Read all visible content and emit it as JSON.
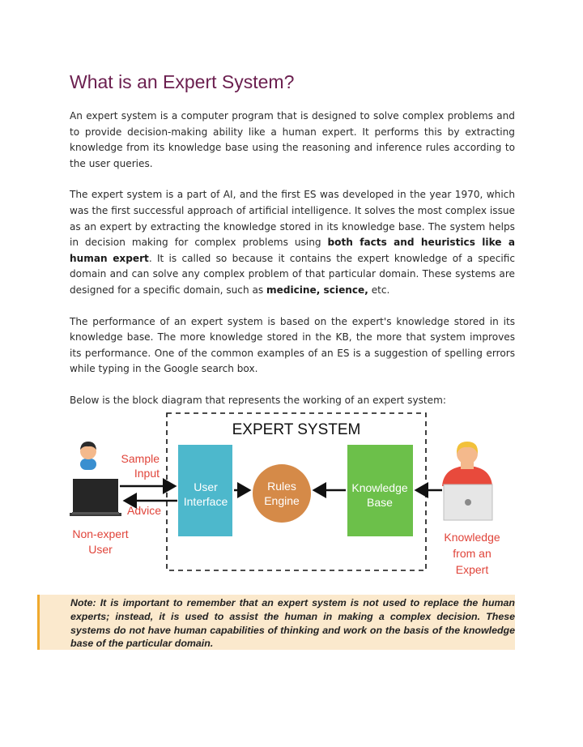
{
  "title": "What is an Expert System?",
  "paragraphs": {
    "p1": "An expert system is a computer program that is designed to solve complex problems and to provide decision-making ability like a human expert. It performs this by extracting knowledge from its knowledge base using the reasoning and inference rules according to the user queries.",
    "p2_a": "The expert system is a part of AI, and the first ES was developed in the year 1970, which was the first successful approach of artificial intelligence. It solves the most complex issue as an expert by extracting the knowledge stored in its knowledge base. The system helps in decision making for complex problems using ",
    "p2_b": "both facts and heuristics like a human expert",
    "p2_c": ". It is called so because it contains the expert knowledge of a specific domain and can solve any complex problem of that particular domain. These systems are designed for a specific domain, such as ",
    "p2_d": "medicine, science,",
    "p2_e": " etc.",
    "p3": "The performance of an expert system is based on the expert's knowledge stored in its knowledge base. The more knowledge stored in the KB, the more that system improves its performance. One of the common examples of an ES is a suggestion of spelling errors while typing in the Google search box.",
    "p4": "Below is the block diagram that represents the working of an expert system:"
  },
  "diagram": {
    "heading": "EXPERT SYSTEM",
    "sample_line1": "Sample",
    "sample_line2": "Input",
    "advice": "Advice",
    "ui_line1": "User",
    "ui_line2": "Interface",
    "rules_line1": "Rules",
    "rules_line2": "Engine",
    "kb_line1": "Knowledge",
    "kb_line2": "Base",
    "nonexpert_line1": "Non-expert",
    "nonexpert_line2": "User",
    "expert_line1": "Knowledge",
    "expert_line2": "from an",
    "expert_line3": "Expert",
    "colors": {
      "ui_box": "#4db8cc",
      "rules_circle": "#d58a48",
      "kb_box": "#6cc04a",
      "label_red": "#e0443a"
    }
  },
  "note": "Note: It is important to remember that an expert system is not used to replace the human experts; instead, it is used to assist the human in making a complex decision. These systems do not have human capabilities of thinking and work on the basis of the knowledge base of the particular domain."
}
